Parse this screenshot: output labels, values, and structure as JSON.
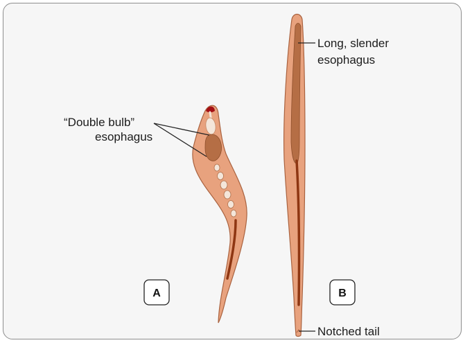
{
  "labels": {
    "double_bulb_line1": "“Double bulb”",
    "double_bulb_line2": "esophagus",
    "long_line1": "Long, slender",
    "long_line2": "esophagus",
    "tail": "Notched tail"
  },
  "panels": {
    "a": "A",
    "b": "B"
  },
  "colors": {
    "body_fill": "#e8a27e",
    "body_outline": "#a9623f",
    "esophagus": "#b56e45",
    "gut": "#8e3612",
    "stylet": "#a30f14",
    "background": "#f6f6f6"
  }
}
